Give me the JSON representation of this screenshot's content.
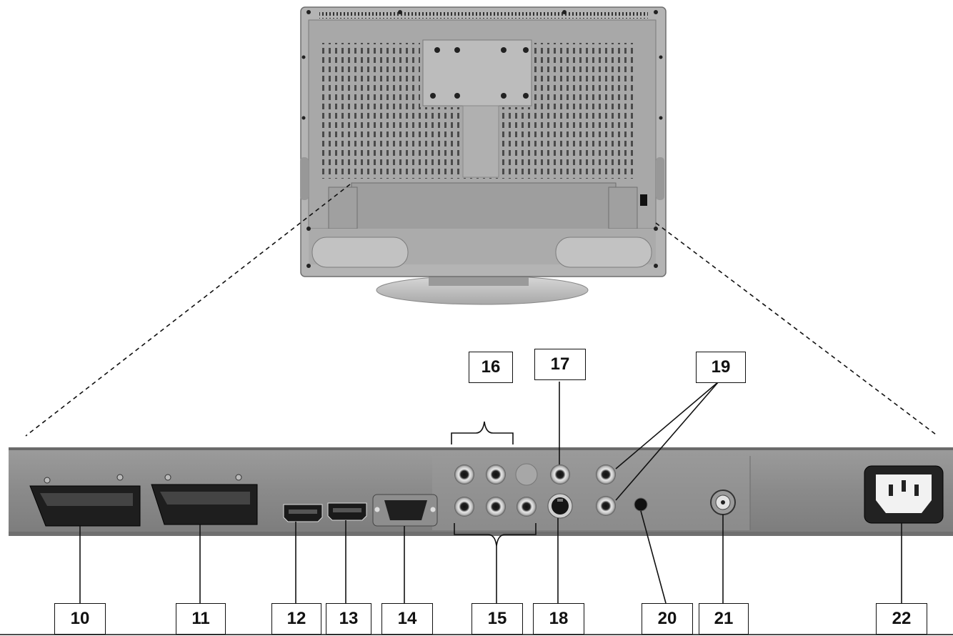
{
  "colors": {
    "tv_body": "#b4b4b4",
    "panel": "#8c8c8c",
    "connector": "#1e1e1e",
    "line": "#111111"
  },
  "callouts": {
    "top": [
      {
        "id": "16",
        "label": "16"
      },
      {
        "id": "17",
        "label": "17"
      },
      {
        "id": "19",
        "label": "19"
      }
    ],
    "bottom": [
      {
        "id": "10",
        "label": "10"
      },
      {
        "id": "11",
        "label": "11"
      },
      {
        "id": "12",
        "label": "12"
      },
      {
        "id": "13",
        "label": "13"
      },
      {
        "id": "14",
        "label": "14"
      },
      {
        "id": "15",
        "label": "15"
      },
      {
        "id": "18",
        "label": "18"
      },
      {
        "id": "20",
        "label": "20"
      },
      {
        "id": "21",
        "label": "21"
      },
      {
        "id": "22",
        "label": "22"
      }
    ]
  },
  "icons": {
    "tv_rear": "tv-rear-icon",
    "scart": "scart-connector-icon",
    "hdmi": "hdmi-port-icon",
    "vga": "vga-port-icon",
    "rca": "rca-jack-icon",
    "svideo": "s-video-port-icon",
    "headphone": "headphone-jack-icon",
    "antenna": "antenna-socket-icon",
    "power": "power-socket-icon"
  }
}
